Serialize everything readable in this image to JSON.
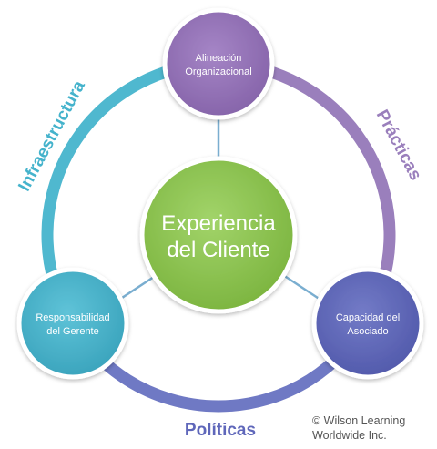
{
  "diagram": {
    "center": {
      "label_line1": "Experiencia",
      "label_line2": "del Cliente"
    },
    "nodes": {
      "top": {
        "label_line1": "Alineación",
        "label_line2": "Organizacional"
      },
      "left": {
        "label_line1": "Responsabilidad",
        "label_line2": "del Gerente"
      },
      "right": {
        "label_line1": "Capacidad del",
        "label_line2": "Asociado"
      }
    },
    "arcs": {
      "left": "Infraestructura",
      "right": "Prácticas",
      "bottom": "Políticas"
    },
    "colors": {
      "left_arc": "#4fb8cf",
      "right_arc": "#9a7fbc",
      "bottom_arc": "#6f79c4",
      "center_fill": "#8bc34a",
      "top_node": "#9370b6",
      "left_node": "#45b3cc",
      "right_node": "#5f67ba",
      "connector": "#7aaed0"
    }
  },
  "footer": {
    "copyright_line1": "© Wilson Learning",
    "copyright_line2": "Worldwide Inc."
  }
}
